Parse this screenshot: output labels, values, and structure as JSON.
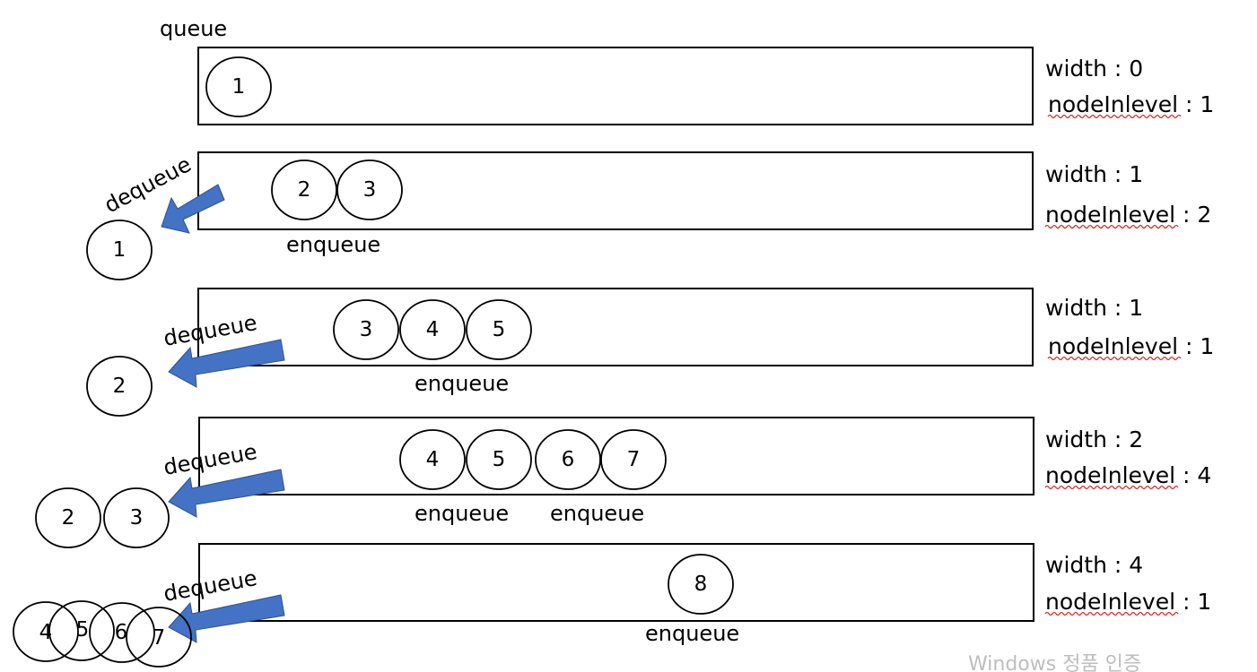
{
  "title": "queue",
  "steps": [
    {
      "queue_nodes": [
        "1"
      ],
      "dequeued": [],
      "dequeue_label": "",
      "enqueue_labels": [],
      "width_label": "width",
      "width_value": "0",
      "level_label": "nodeInlevel",
      "level_value": "1"
    },
    {
      "queue_nodes": [
        "2",
        "3"
      ],
      "dequeued": [
        "1"
      ],
      "dequeue_label": "dequeue",
      "enqueue_labels": [
        "enqueue"
      ],
      "width_label": "width",
      "width_value": "1",
      "level_label": "nodeInlevel",
      "level_value": "2"
    },
    {
      "queue_nodes": [
        "3",
        "4",
        "5"
      ],
      "dequeued": [
        "2"
      ],
      "dequeue_label": "dequeue",
      "enqueue_labels": [
        "enqueue"
      ],
      "width_label": "width",
      "width_value": "1",
      "level_label": "nodeInlevel",
      "level_value": "1"
    },
    {
      "queue_nodes": [
        "4",
        "5",
        "6",
        "7"
      ],
      "dequeued": [
        "2",
        "3"
      ],
      "dequeue_label": "dequeue",
      "enqueue_labels": [
        "enqueue",
        "enqueue"
      ],
      "width_label": "width",
      "width_value": "2",
      "level_label": "nodeInlevel",
      "level_value": "4"
    },
    {
      "queue_nodes": [
        "8"
      ],
      "dequeued": [
        "4",
        "5",
        "6",
        "7"
      ],
      "dequeue_label": "dequeue",
      "enqueue_labels": [
        "enqueue"
      ],
      "width_label": "width",
      "width_value": "4",
      "level_label": "nodeInlevel",
      "level_value": "1"
    }
  ],
  "watermark": "Windows 정품 인증",
  "colors": {
    "arrow_fill": "#4472C4",
    "arrow_stroke": "#2F528F",
    "spellcheck": "#e02020",
    "watermark": "#bdbdbd"
  }
}
